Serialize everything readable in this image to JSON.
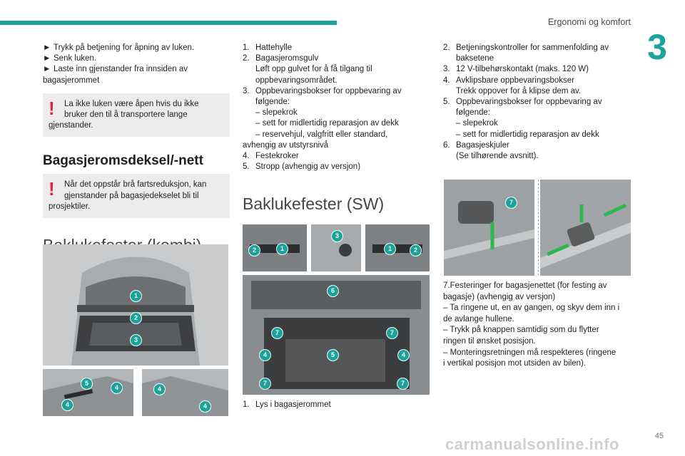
{
  "header": {
    "title": "Ergonomi og komfort",
    "chapter": "3",
    "page": "45"
  },
  "watermark": "carmanualsonline.info",
  "col1": {
    "steps": [
      "Trykk på betjening for åpning av luken.",
      "Senk luken.",
      "Laste inn gjenstander fra innsiden av bagasjerommet"
    ],
    "step_marker": "►",
    "warn1": {
      "line1": "La ikke luken være åpen hvis du ikke",
      "line2": "bruker den til å transportere lange",
      "line3": "gjenstander."
    },
    "section_title": "Bagasjeromsdeksel/-nett",
    "warn2": {
      "line1": "Når det oppstår brå fartsreduksjon, kan",
      "line2": "gjenstander på bagasjedekselet bli til",
      "line3": "prosjektiler."
    },
    "heading": "Baklukefester (kombi)",
    "warn_mark": "!"
  },
  "col2": {
    "items": [
      {
        "n": "1.",
        "text": "Hattehylle"
      },
      {
        "n": "2.",
        "text": "Bagasjeromsgulv",
        "sub": [
          "Løft opp gulvet for å få tilgang til",
          "oppbevaringsområdet."
        ]
      },
      {
        "n": "3.",
        "text": "Oppbevaringsbokser for oppbevaring av",
        "sub": [
          "følgende:"
        ]
      }
    ],
    "dashes": [
      "–  slepekrok",
      "–  sett for midlertidig reparasjon av dekk",
      "–  reservehjul, valgfritt eller standard,"
    ],
    "dash_tail": "avhengig av utstyrsnivå",
    "items2": [
      {
        "n": "4.",
        "text": "Festekroker"
      },
      {
        "n": "5.",
        "text": "Stropp (avhengig av versjon)"
      }
    ],
    "heading": "Baklukefester (SW)",
    "caption": {
      "n": "1.",
      "text": "Lys i bagasjerommet"
    }
  },
  "col3": {
    "items": [
      {
        "n": "2.",
        "text": "Betjeningskontroller for sammenfolding av",
        "sub": [
          "baksetene"
        ]
      },
      {
        "n": "3.",
        "text": "12 V-tilbehørskontakt (maks. 120 W)"
      },
      {
        "n": "4.",
        "text": "Avklipsbare oppbevaringsbokser",
        "sub": [
          "Trekk oppover for å klipse dem av."
        ]
      },
      {
        "n": "5.",
        "text": "Oppbevaringsbokser for oppbevaring av",
        "sub": [
          "følgende:"
        ]
      }
    ],
    "dashes": [
      "–  slepekrok",
      "–  sett for midlertidig reparasjon av dekk"
    ],
    "items2": [
      {
        "n": "6.",
        "text": "Bagasjeskjuler",
        "sub": [
          "(Se tilhørende avsnitt)."
        ]
      }
    ],
    "desc": [
      "7.Festeringer for bagasjenettet (for festing av",
      "bagasje) (avhengig av versjon)",
      "–  Ta ringene ut, en av gangen, og skyv dem inn i",
      "de avlange hullene.",
      "–  Trykk på knappen samtidig som du flytter",
      "ringen til ønsket posisjon.",
      "–  Monteringsretningen må respekteres (ringene",
      "i vertikal posisjon mot utsiden av bilen)."
    ]
  },
  "badges": {
    "kombi_main": [
      "1",
      "2",
      "3"
    ],
    "kombi_left": [
      "5",
      "4",
      "4"
    ],
    "kombi_right": [
      "4",
      "4"
    ],
    "sw_top_left": [
      "2",
      "1"
    ],
    "sw_top_mid": [
      "3"
    ],
    "sw_top_right": [
      "1",
      "2"
    ],
    "sw_main": [
      "6",
      "7",
      "7",
      "4",
      "5",
      "4",
      "7",
      "7"
    ],
    "ring": [
      "7"
    ]
  },
  "colors": {
    "accent": "#1aa39a",
    "warning": "#e0262e",
    "box_bg": "#ececec"
  }
}
